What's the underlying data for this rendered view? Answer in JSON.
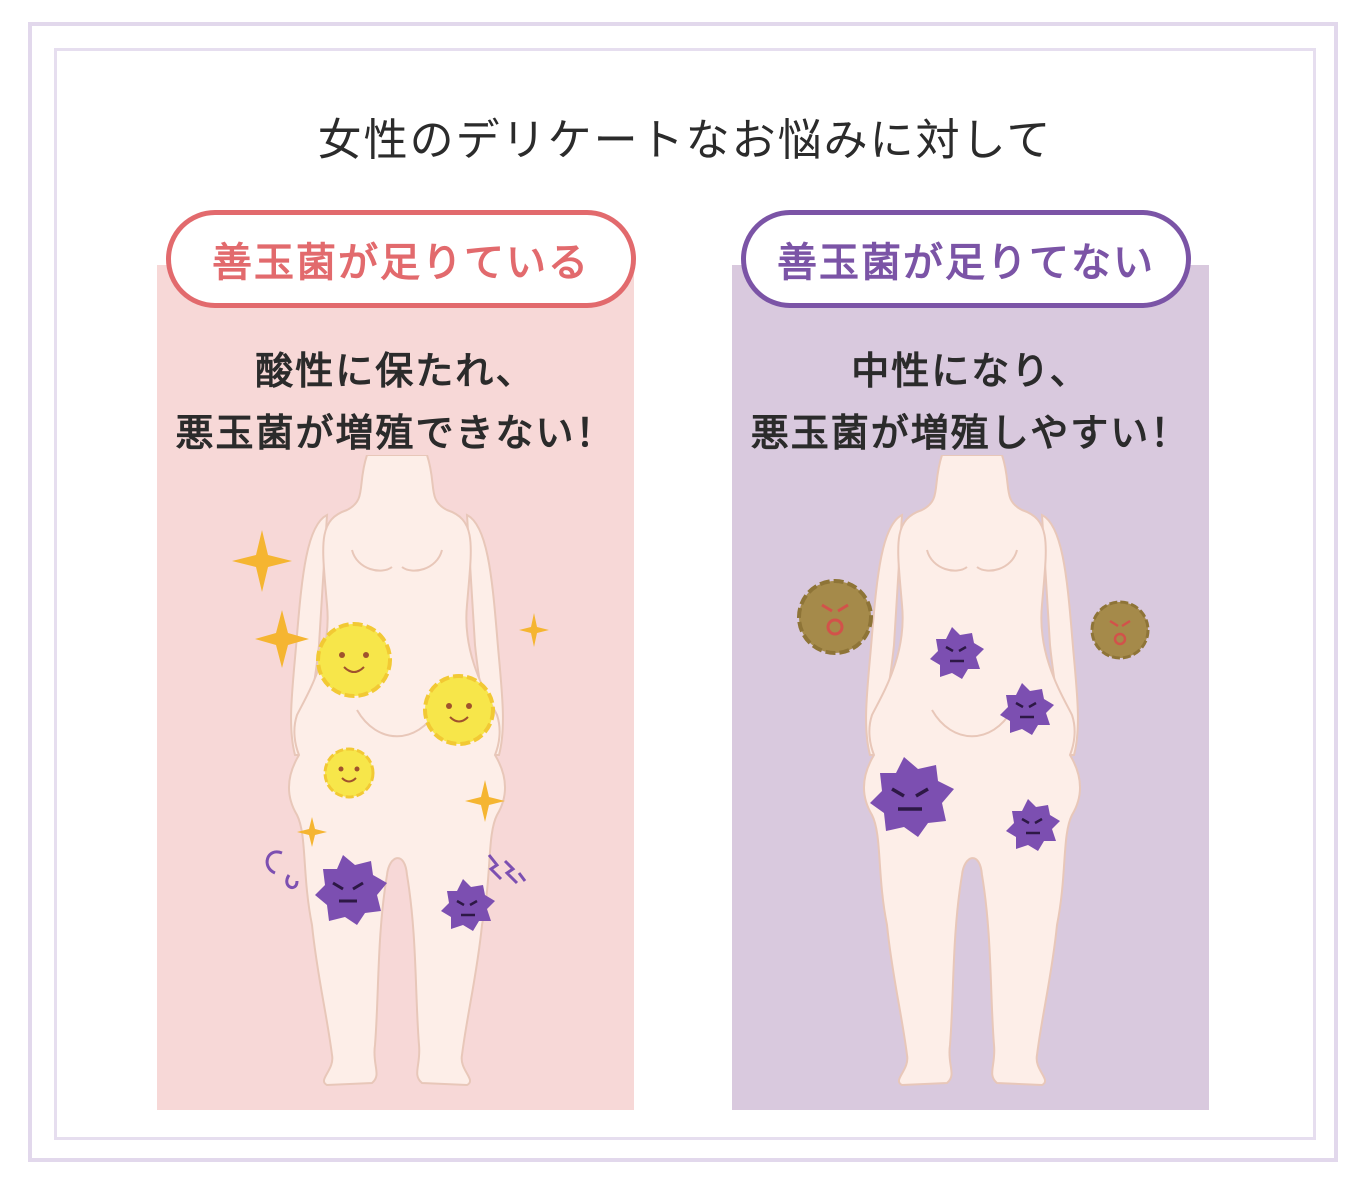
{
  "title": "女性のデリケートなお悩みに対して",
  "panels": [
    {
      "heading": "善玉菌が足りている",
      "line1": "酸性に保たれ、",
      "line2": "悪玉菌が増殖できない！",
      "accent": "#e26a6d",
      "background": "#f7d8d7"
    },
    {
      "heading": "善玉菌が足りてない",
      "line1": "中性になり、",
      "line2": "悪玉菌が増殖しやすい！",
      "accent": "#7b54a6",
      "background": "#d9c9de"
    }
  ],
  "colors": {
    "body_skin": "#fdeee8",
    "body_outline": "#e8c7b9",
    "good_bacteria": "#f7e64a",
    "bad_bacteria": "#7c4fb1",
    "angry_bacteria": "#a58a4a",
    "sparkle": "#f5b531"
  },
  "icons": [
    "sparkle-icon",
    "good-bacteria-icon",
    "bad-bacteria-icon",
    "angry-bacteria-icon"
  ]
}
